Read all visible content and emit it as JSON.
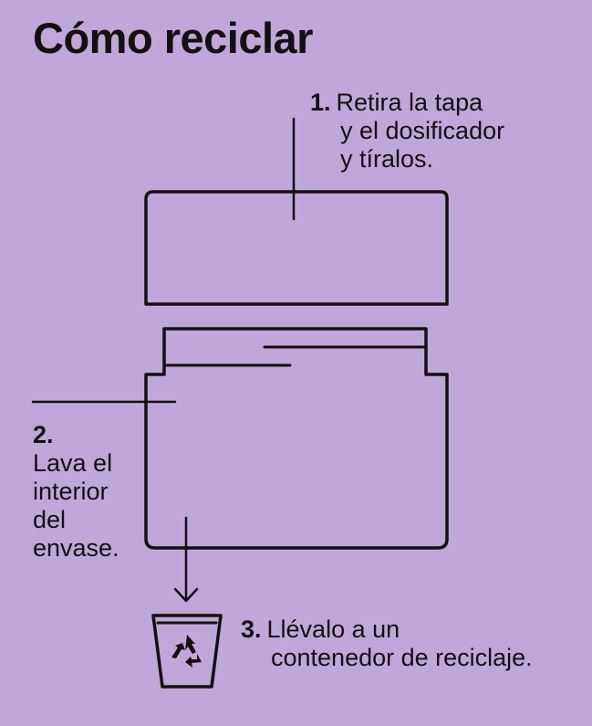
{
  "title": "Cómo reciclar",
  "steps": [
    {
      "number": "1.",
      "lines": [
        "Retira la tapa",
        "y el dosificador",
        "y tíralos."
      ]
    },
    {
      "number": "2.",
      "lines": [
        "Lava el",
        "interior",
        "del",
        "envase."
      ]
    },
    {
      "number": "3.",
      "lines": [
        "Llévalo a un",
        "contenedor de reciclaje."
      ]
    }
  ],
  "colors": {
    "background": "#c0a6d9",
    "ink": "#111111"
  },
  "icons": [
    "recycle-icon",
    "bin-icon",
    "arrow-down-icon"
  ]
}
